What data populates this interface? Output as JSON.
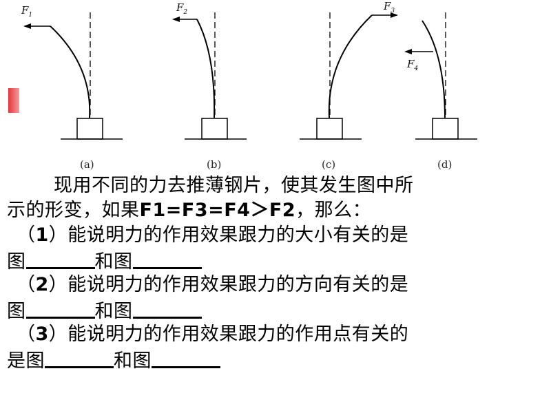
{
  "figure": {
    "panels": [
      {
        "id": "a",
        "label": "(a)",
        "force": "F",
        "force_sub": "1"
      },
      {
        "id": "b",
        "label": "(b)",
        "force": "F",
        "force_sub": "2"
      },
      {
        "id": "c",
        "label": "(c)",
        "force": "F",
        "force_sub": "3"
      },
      {
        "id": "d",
        "label": "(d)",
        "force": "F",
        "force_sub": "4"
      }
    ]
  },
  "question": {
    "intro_line1": "现用不同的力去推薄钢片，使其发生图中所",
    "intro_line2_pre": "示的形变，如果",
    "intro_condition": "F1=F3=F4＞F2",
    "intro_line2_post": "，那么：",
    "items": [
      {
        "num": "1",
        "open": "（",
        "close": "）",
        "text_line1": "能说明力的作用效果跟力的大小有关的是",
        "text_line2": "图",
        "connector": "和图"
      },
      {
        "num": "2",
        "open": "（",
        "close": "）",
        "text_line1": "能说明力的作用效果跟力的方向有关的是",
        "text_line2": "图",
        "connector": "和图"
      },
      {
        "num": "3",
        "open": "（",
        "close": "）",
        "text_line1": "能说明力的作用效果跟力的作用点有关的",
        "text_line2": "是图",
        "connector": "和图"
      }
    ]
  },
  "colors": {
    "accent": "#e6363c"
  }
}
